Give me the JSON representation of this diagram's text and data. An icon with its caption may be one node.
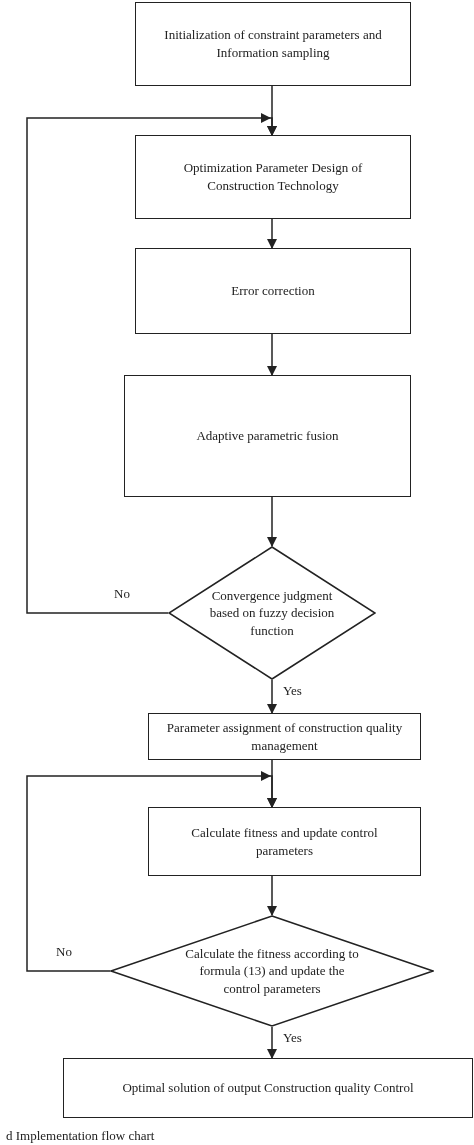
{
  "diagram": {
    "caption": "d Implementation flow chart",
    "nodes": [
      {
        "text": [
          "Initialization of constraint parameters and Information sampling"
        ]
      },
      {
        "text": [
          "Optimization Parameter Design of Construction Technology"
        ]
      },
      {
        "text": [
          "Error correction"
        ]
      },
      {
        "text": [
          "Adaptive parametric fusion"
        ]
      },
      {
        "text": [
          "Convergence judgment based on fuzzy decision function"
        ]
      },
      {
        "text": [
          "Parameter assignment of construction quality management"
        ]
      },
      {
        "text": [
          "Calculate fitness and update control parameters"
        ]
      },
      {
        "text": [
          "Calculate the fitness according to formula (13) and update the control parameters"
        ]
      },
      {
        "text": [
          "Optimal solution of output Construction quality Control"
        ]
      }
    ],
    "edges": [
      {
        "from": 0,
        "to": 1,
        "arrow": "to"
      },
      {
        "from": 1,
        "to": 2,
        "arrow": "to"
      },
      {
        "from": 2,
        "to": 3,
        "arrow": "to"
      },
      {
        "from": 3,
        "to": 4,
        "arrow": "to"
      },
      {
        "from": 4,
        "to": 1,
        "arrow": "to",
        "label": "No"
      },
      {
        "from": 4,
        "to": 5,
        "arrow": "to",
        "label": "Yes"
      },
      {
        "from": 5,
        "to": 6,
        "arrow": "to"
      },
      {
        "from": 6,
        "to": 7,
        "arrow": "to"
      },
      {
        "from": 7,
        "to": 6,
        "arrow": "to",
        "label": "No"
      },
      {
        "from": 7,
        "to": 8,
        "arrow": "to",
        "label": "Yes"
      }
    ]
  }
}
